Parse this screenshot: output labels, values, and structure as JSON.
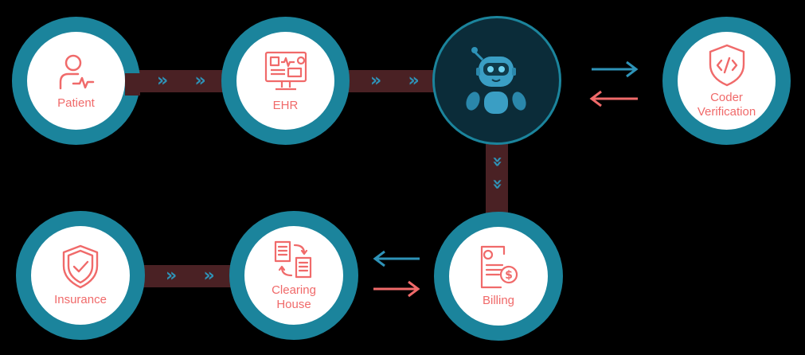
{
  "nodes": {
    "patient": "Patient",
    "ehr": "EHR",
    "coder": "Coder\nVerification",
    "insurance": "Insurance",
    "clearing": "Clearing\nHouse",
    "billing": "Billing"
  },
  "icons": {
    "patient": "patient-monitor-icon",
    "ehr": "ehr-screen-icon",
    "ai": "robot-icon",
    "coder": "code-shield-icon",
    "insurance": "check-shield-icon",
    "clearing": "document-exchange-icon",
    "billing": "invoice-dollar-icon"
  },
  "colors": {
    "ring": "#1b849c",
    "accent": "#f06a6a",
    "chevron": "#2e93b8",
    "connector": "#4a2124",
    "arrow_forward": "#2e93b8",
    "arrow_back": "#f06a6a"
  }
}
